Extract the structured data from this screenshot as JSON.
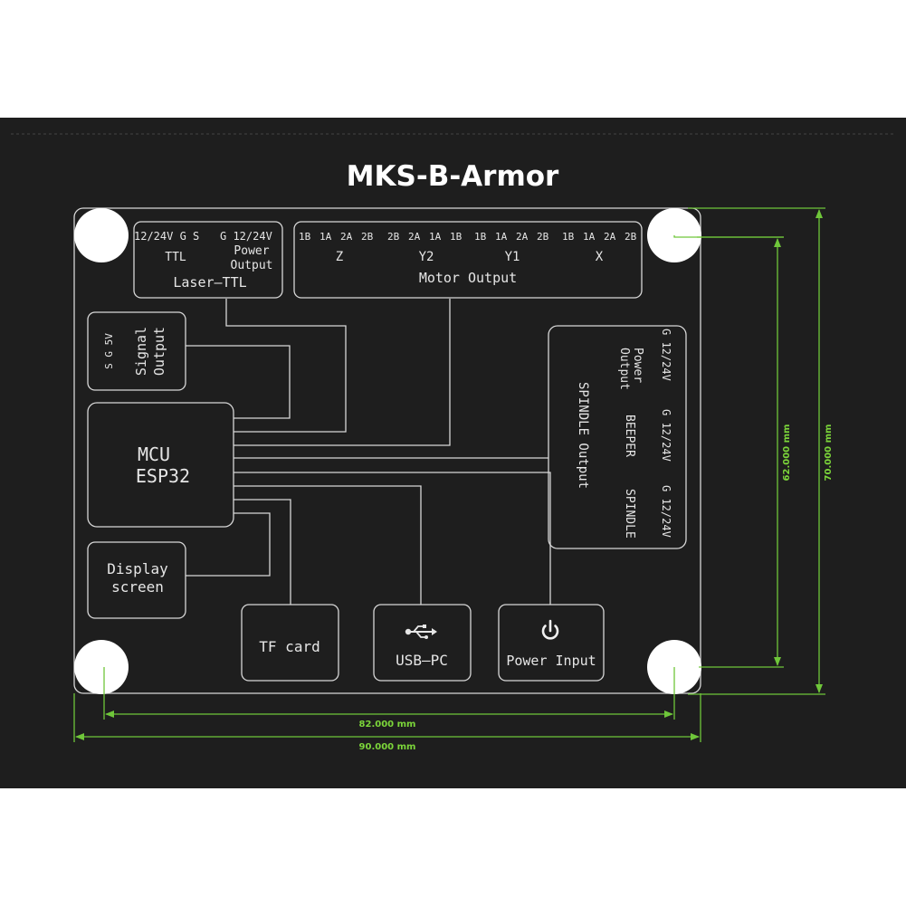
{
  "title": "MKS-B-Armor",
  "laser": {
    "pins_left": "12/24V G S",
    "pins_right": "G 12/24V",
    "ttl": "TTL",
    "power": "Power",
    "output": "Output",
    "name": "Laser—TTL"
  },
  "motor": {
    "pins": [
      "1B",
      "1A",
      "2A",
      "2B",
      "2B",
      "2A",
      "1A",
      "1B",
      "1B",
      "1A",
      "2A",
      "2B",
      "1B",
      "1A",
      "2A",
      "2B"
    ],
    "axes": [
      "Z",
      "Y2",
      "Y1",
      "X"
    ],
    "name": "Motor Output"
  },
  "signal": {
    "pins": "S G 5V",
    "line1": "Signal",
    "line2": "Output"
  },
  "mcu": {
    "line1": "MCU",
    "line2": "ESP32"
  },
  "display": {
    "line1": "Display",
    "line2": "screen"
  },
  "tf": "TF card",
  "usb": {
    "label": "USB—PC",
    "icon": "usb-icon"
  },
  "power_input": {
    "label": "Power Input",
    "icon": "power-icon"
  },
  "spindle": {
    "name": "SPINDLE Output",
    "pins1": "G 12/24V",
    "power": "Power",
    "output": "Output",
    "pins2": "G 12/24V",
    "beeper": "BEEPER",
    "pins3": "G 12/24V",
    "spindle": "SPINDLE"
  },
  "dimensions": {
    "d62": "62.000 mm",
    "d70": "70.000 mm",
    "d82": "82.000 mm",
    "d90": "90.000 mm"
  },
  "colors": {
    "background": "#1e1e1e",
    "dimension": "#6fc63a",
    "line": "#d8d8d8"
  }
}
